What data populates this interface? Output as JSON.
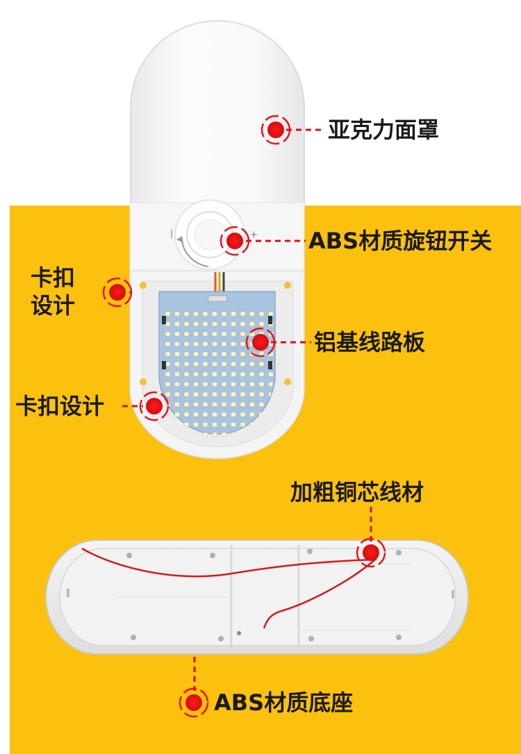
{
  "labels": {
    "acrylic_cover": "亚克力面罩",
    "abs_knob_switch": "ABS材质旋钮开关",
    "clip_design_upper": "卡扣设计",
    "aluminum_pcb": "铝基线路板",
    "clip_design_lower": "卡扣设计",
    "copper_wire": "加粗铜芯线材",
    "abs_base": "ABS材质底座"
  },
  "colors": {
    "background_yellow": "#fbc10e",
    "marker_red": "#e8141a",
    "leader_line": "#d0121a",
    "pcb_blue": "#a9c3de",
    "housing_white": "#f7f7f7"
  }
}
